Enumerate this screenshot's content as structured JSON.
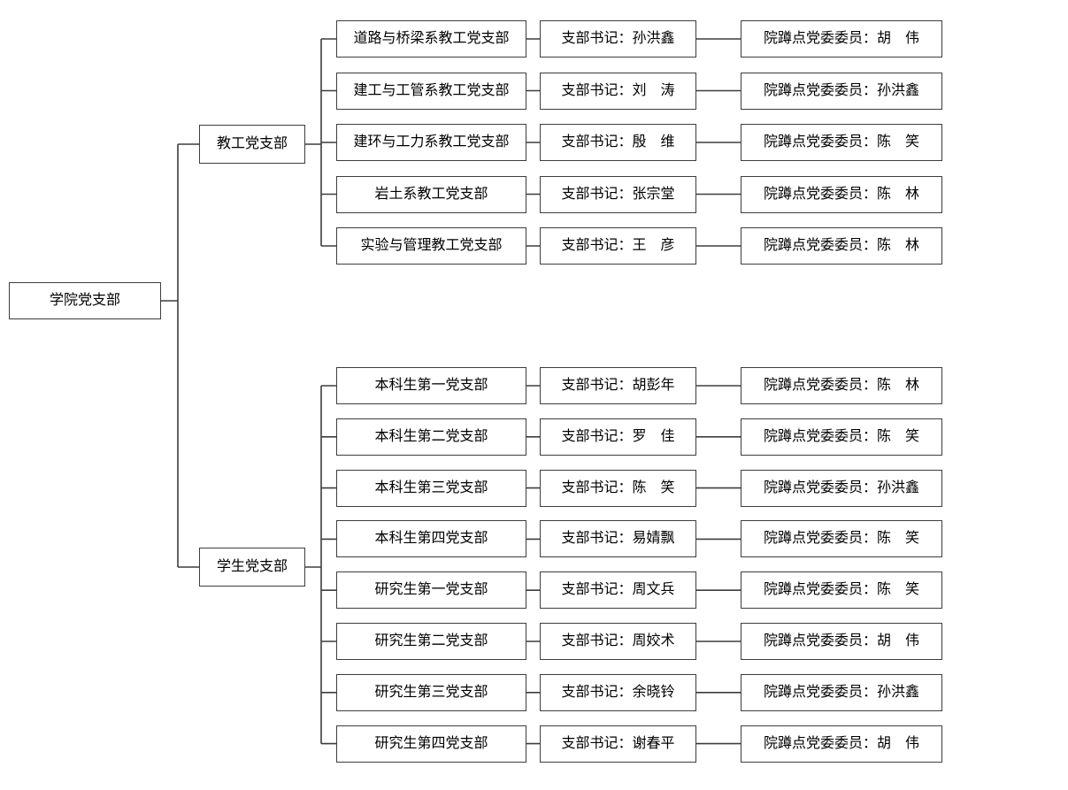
{
  "colors": {
    "border": "#3d3d3d",
    "line": "#3d3d3d",
    "background": "#ffffff",
    "text": "#000000"
  },
  "labels": {
    "secretary_prefix": "支部书记：",
    "committee_prefix": "院蹲点党委委员："
  },
  "root": {
    "label": "学院党支部"
  },
  "sections": [
    {
      "parent": "教工党支部",
      "rows": [
        {
          "branch": "道路与桥梁系教工党支部",
          "secretary": "孙洪鑫",
          "committee": "胡　伟"
        },
        {
          "branch": "建工与工管系教工党支部",
          "secretary": "刘　涛",
          "committee": "孙洪鑫"
        },
        {
          "branch": "建环与工力系教工党支部",
          "secretary": "殷　维",
          "committee": "陈　笑"
        },
        {
          "branch": "岩土系教工党支部",
          "secretary": "张宗堂",
          "committee": "陈　林"
        },
        {
          "branch": "实验与管理教工党支部",
          "secretary": "王　彦",
          "committee": "陈　林"
        }
      ]
    },
    {
      "parent": "学生党支部",
      "rows": [
        {
          "branch": "本科生第一党支部",
          "secretary": "胡彭年",
          "committee": "陈　林"
        },
        {
          "branch": "本科生第二党支部",
          "secretary": "罗　佳",
          "committee": "陈　笑"
        },
        {
          "branch": "本科生第三党支部",
          "secretary": "陈　笑",
          "committee": "孙洪鑫"
        },
        {
          "branch": "本科生第四党支部",
          "secretary": "易婧飘",
          "committee": "陈　笑"
        },
        {
          "branch": "研究生第一党支部",
          "secretary": "周文兵",
          "committee": "陈　笑"
        },
        {
          "branch": "研究生第二党支部",
          "secretary": "周姣术",
          "committee": "胡　伟"
        },
        {
          "branch": "研究生第三党支部",
          "secretary": "余晓铃",
          "committee": "孙洪鑫"
        },
        {
          "branch": "研究生第四党支部",
          "secretary": "谢春平",
          "committee": "胡　伟"
        }
      ]
    }
  ]
}
